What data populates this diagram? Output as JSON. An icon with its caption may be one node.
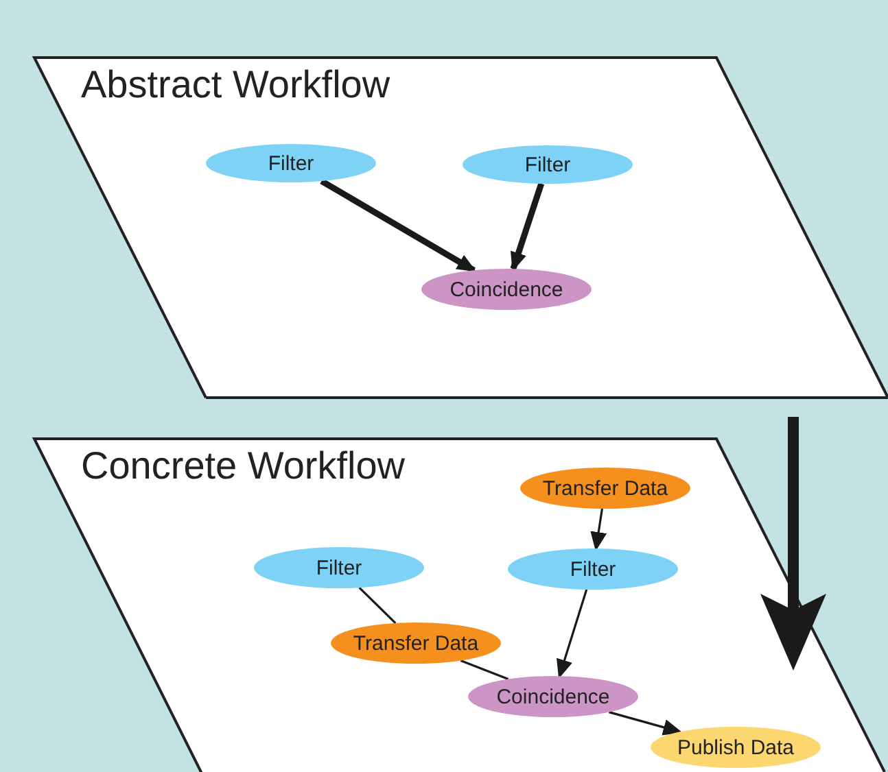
{
  "diagram": {
    "nodes": [
      {
        "text": [
          "Abstract Workflow"
        ]
      },
      {
        "text": [
          "Filter"
        ],
        "in": 0
      },
      {
        "text": [
          "Filter"
        ],
        "in": 0
      },
      {
        "text": [
          "Coincidence"
        ],
        "in": 0
      },
      {
        "text": [
          "Concrete Workflow"
        ]
      },
      {
        "text": [
          "Transfer Data"
        ],
        "in": 4
      },
      {
        "text": [
          "Filter"
        ],
        "in": 4
      },
      {
        "text": [
          "Filter"
        ],
        "in": 4
      },
      {
        "text": [
          "Transfer Data"
        ],
        "in": 4
      },
      {
        "text": [
          "Coincidence"
        ],
        "in": 4
      },
      {
        "text": [
          "Publish Data"
        ],
        "in": 4
      }
    ],
    "edges": [
      {
        "from": 1,
        "to": 3,
        "arrow": "to",
        "style": "thick"
      },
      {
        "from": 2,
        "to": 3,
        "arrow": "to",
        "style": "thick"
      },
      {
        "from": 5,
        "to": 7,
        "arrow": "to"
      },
      {
        "from": 6,
        "to": 8,
        "arrow": "none"
      },
      {
        "from": 7,
        "to": 9,
        "arrow": "to"
      },
      {
        "from": 8,
        "to": 9,
        "arrow": "none"
      },
      {
        "from": 9,
        "to": 10,
        "arrow": "to"
      },
      {
        "from": 0,
        "to": 4,
        "arrow": "to",
        "style": "thick"
      }
    ]
  }
}
